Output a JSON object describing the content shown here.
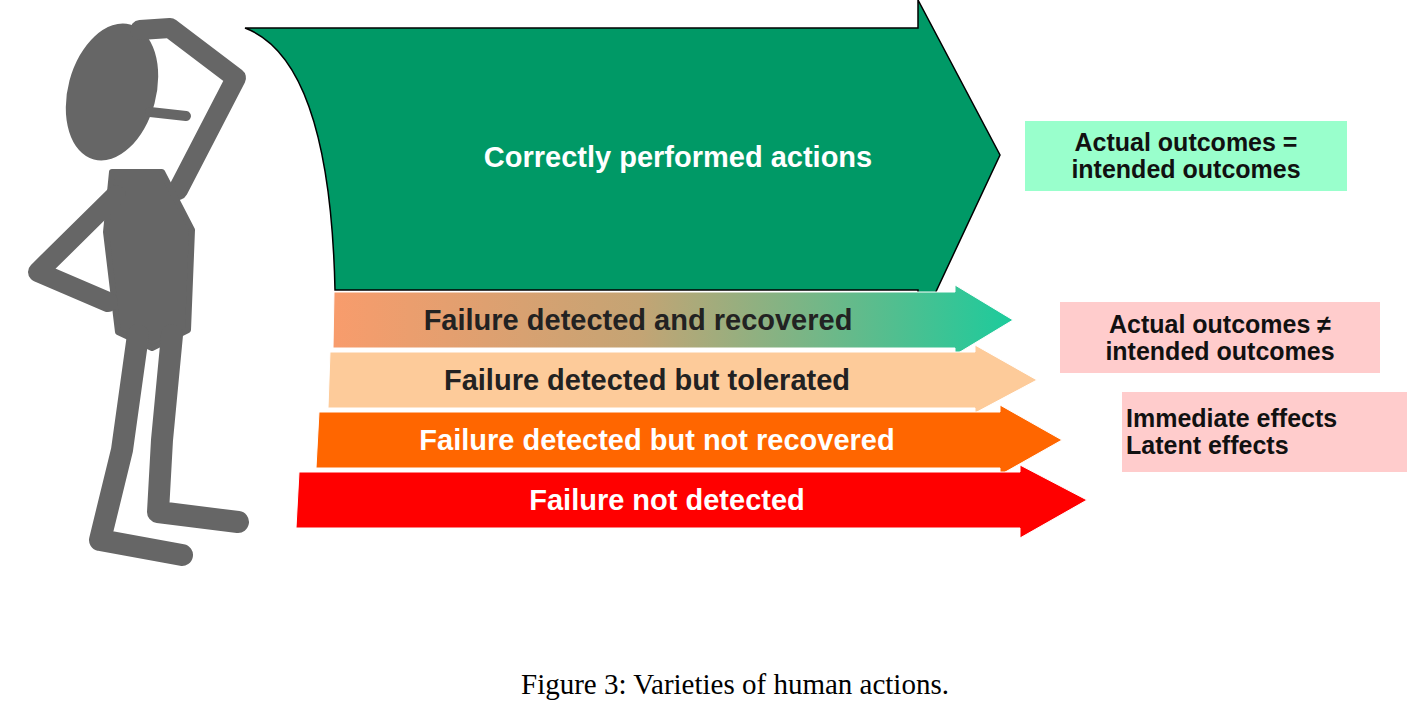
{
  "diagram": {
    "caption": "Figure 3: Varieties of human actions.",
    "nodes": [
      {
        "text": [
          "Correctly performed actions"
        ]
      },
      {
        "text": [
          "Failure detected and recovered"
        ]
      },
      {
        "text": [
          "Failure detected but tolerated"
        ]
      },
      {
        "text": [
          "Failure detected but not recovered"
        ]
      },
      {
        "text": [
          "Failure not detected"
        ]
      },
      {
        "text": [
          "Actual outcomes = intended outcomes"
        ]
      },
      {
        "text": [
          "Actual outcomes ≠ intended outcomes"
        ]
      },
      {
        "text": [
          "Immediate effects",
          "Latent effects"
        ]
      }
    ]
  }
}
